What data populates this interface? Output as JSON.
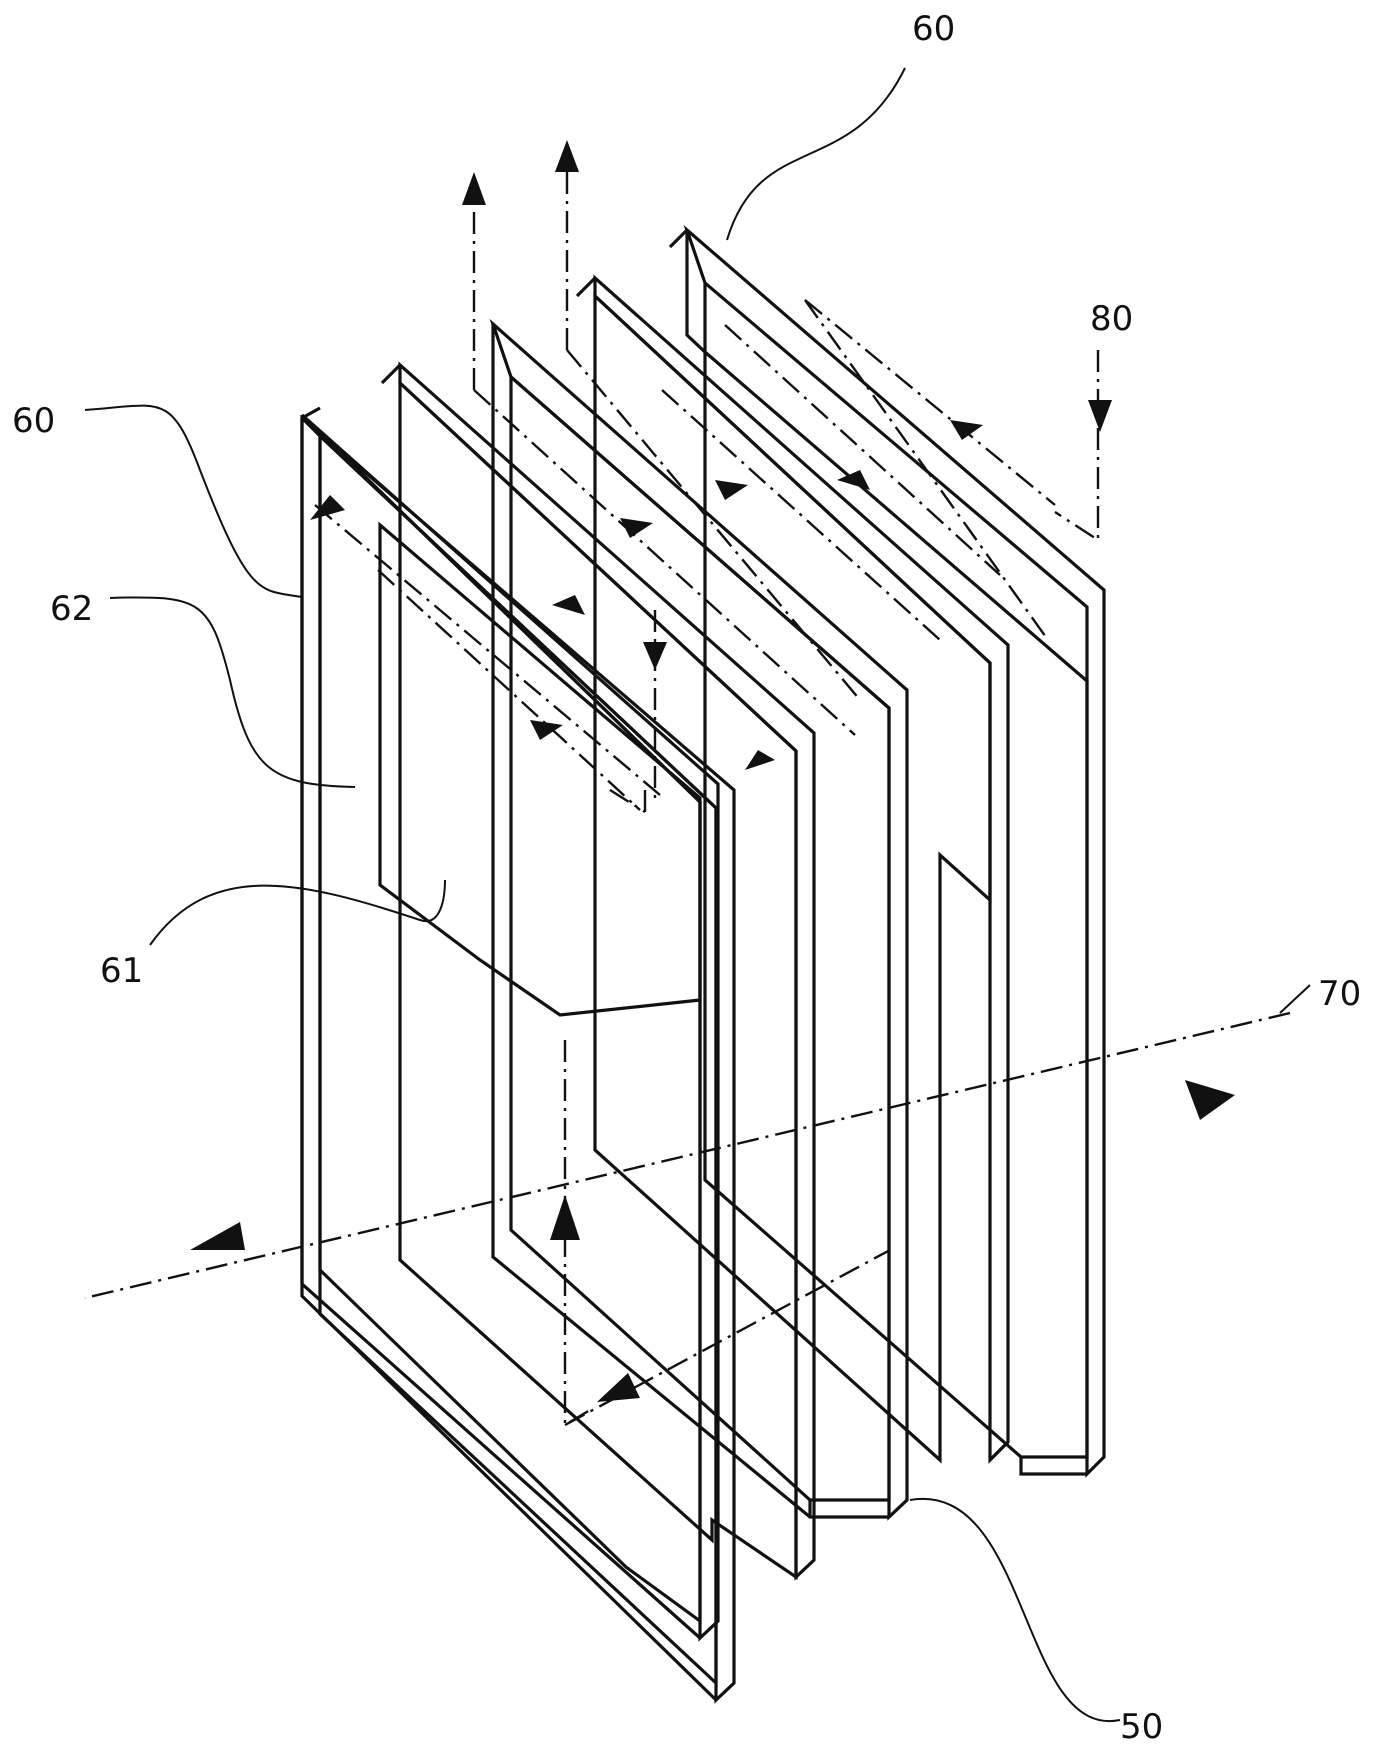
{
  "figure": {
    "labels": {
      "frame_top_right": "60",
      "frame_left": "60",
      "inlet_top": "80",
      "inlet_side": "70",
      "separator": "62",
      "membrane": "61",
      "stack": "50"
    },
    "colors": {
      "line": "#111111",
      "background": "#ffffff"
    }
  }
}
